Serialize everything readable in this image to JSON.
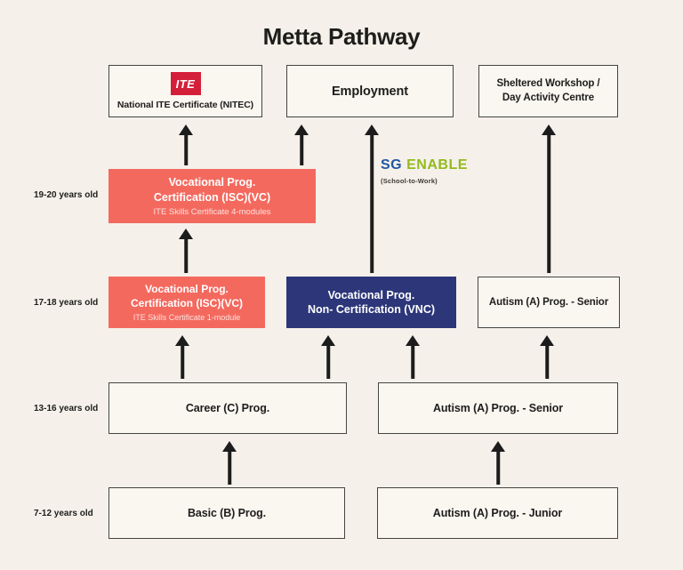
{
  "title": "Metta Pathway",
  "age_labels": [
    "19-20 years old",
    "17-18 years old",
    "13-16 years old",
    "7-12 years old"
  ],
  "boxes": {
    "nitec": {
      "label": "National ITE Certificate (NITEC)"
    },
    "employment": {
      "label": "Employment"
    },
    "sheltered": {
      "line1": "Sheltered Workshop /",
      "line2": "Day Activity Centre"
    },
    "vp_cert_4mod": {
      "line1": "Vocational Prog.",
      "line2": "Certification (ISC)(VC)",
      "sub": "ITE Skills Certificate 4-modules"
    },
    "vp_cert_1mod": {
      "line1": "Vocational Prog.",
      "line2": "Certification (ISC)(VC)",
      "sub": "ITE Skills Certificate 1-module"
    },
    "vp_non_cert": {
      "line1": "Vocational Prog.",
      "line2": "Non- Certification (VNC)"
    },
    "autism_senior_upper": {
      "label": "Autism (A) Prog. - Senior"
    },
    "career": {
      "label": "Career (C) Prog."
    },
    "autism_senior_lower": {
      "label": "Autism (A) Prog. - Senior"
    },
    "basic": {
      "label": "Basic (B) Prog."
    },
    "autism_junior": {
      "label": "Autism (A) Prog. - Junior"
    }
  },
  "logos": {
    "ite": {
      "text": "ITE"
    },
    "sg_enable": {
      "sg": "SG",
      "enable": "ENABLE",
      "sub": "(School-to-Work)"
    }
  },
  "colors": {
    "background": "#f5f1ea",
    "box_fill": "#faf7f1",
    "box_border": "#45443f",
    "salmon_red": "#f4695e",
    "navy_blue": "#2c3679",
    "ite_red": "#d41f3a",
    "sg_blue": "#2156a5",
    "enable_green": "#93ba1e",
    "arrow_black": "#1c1c1c",
    "text": "#1d1d1b"
  }
}
